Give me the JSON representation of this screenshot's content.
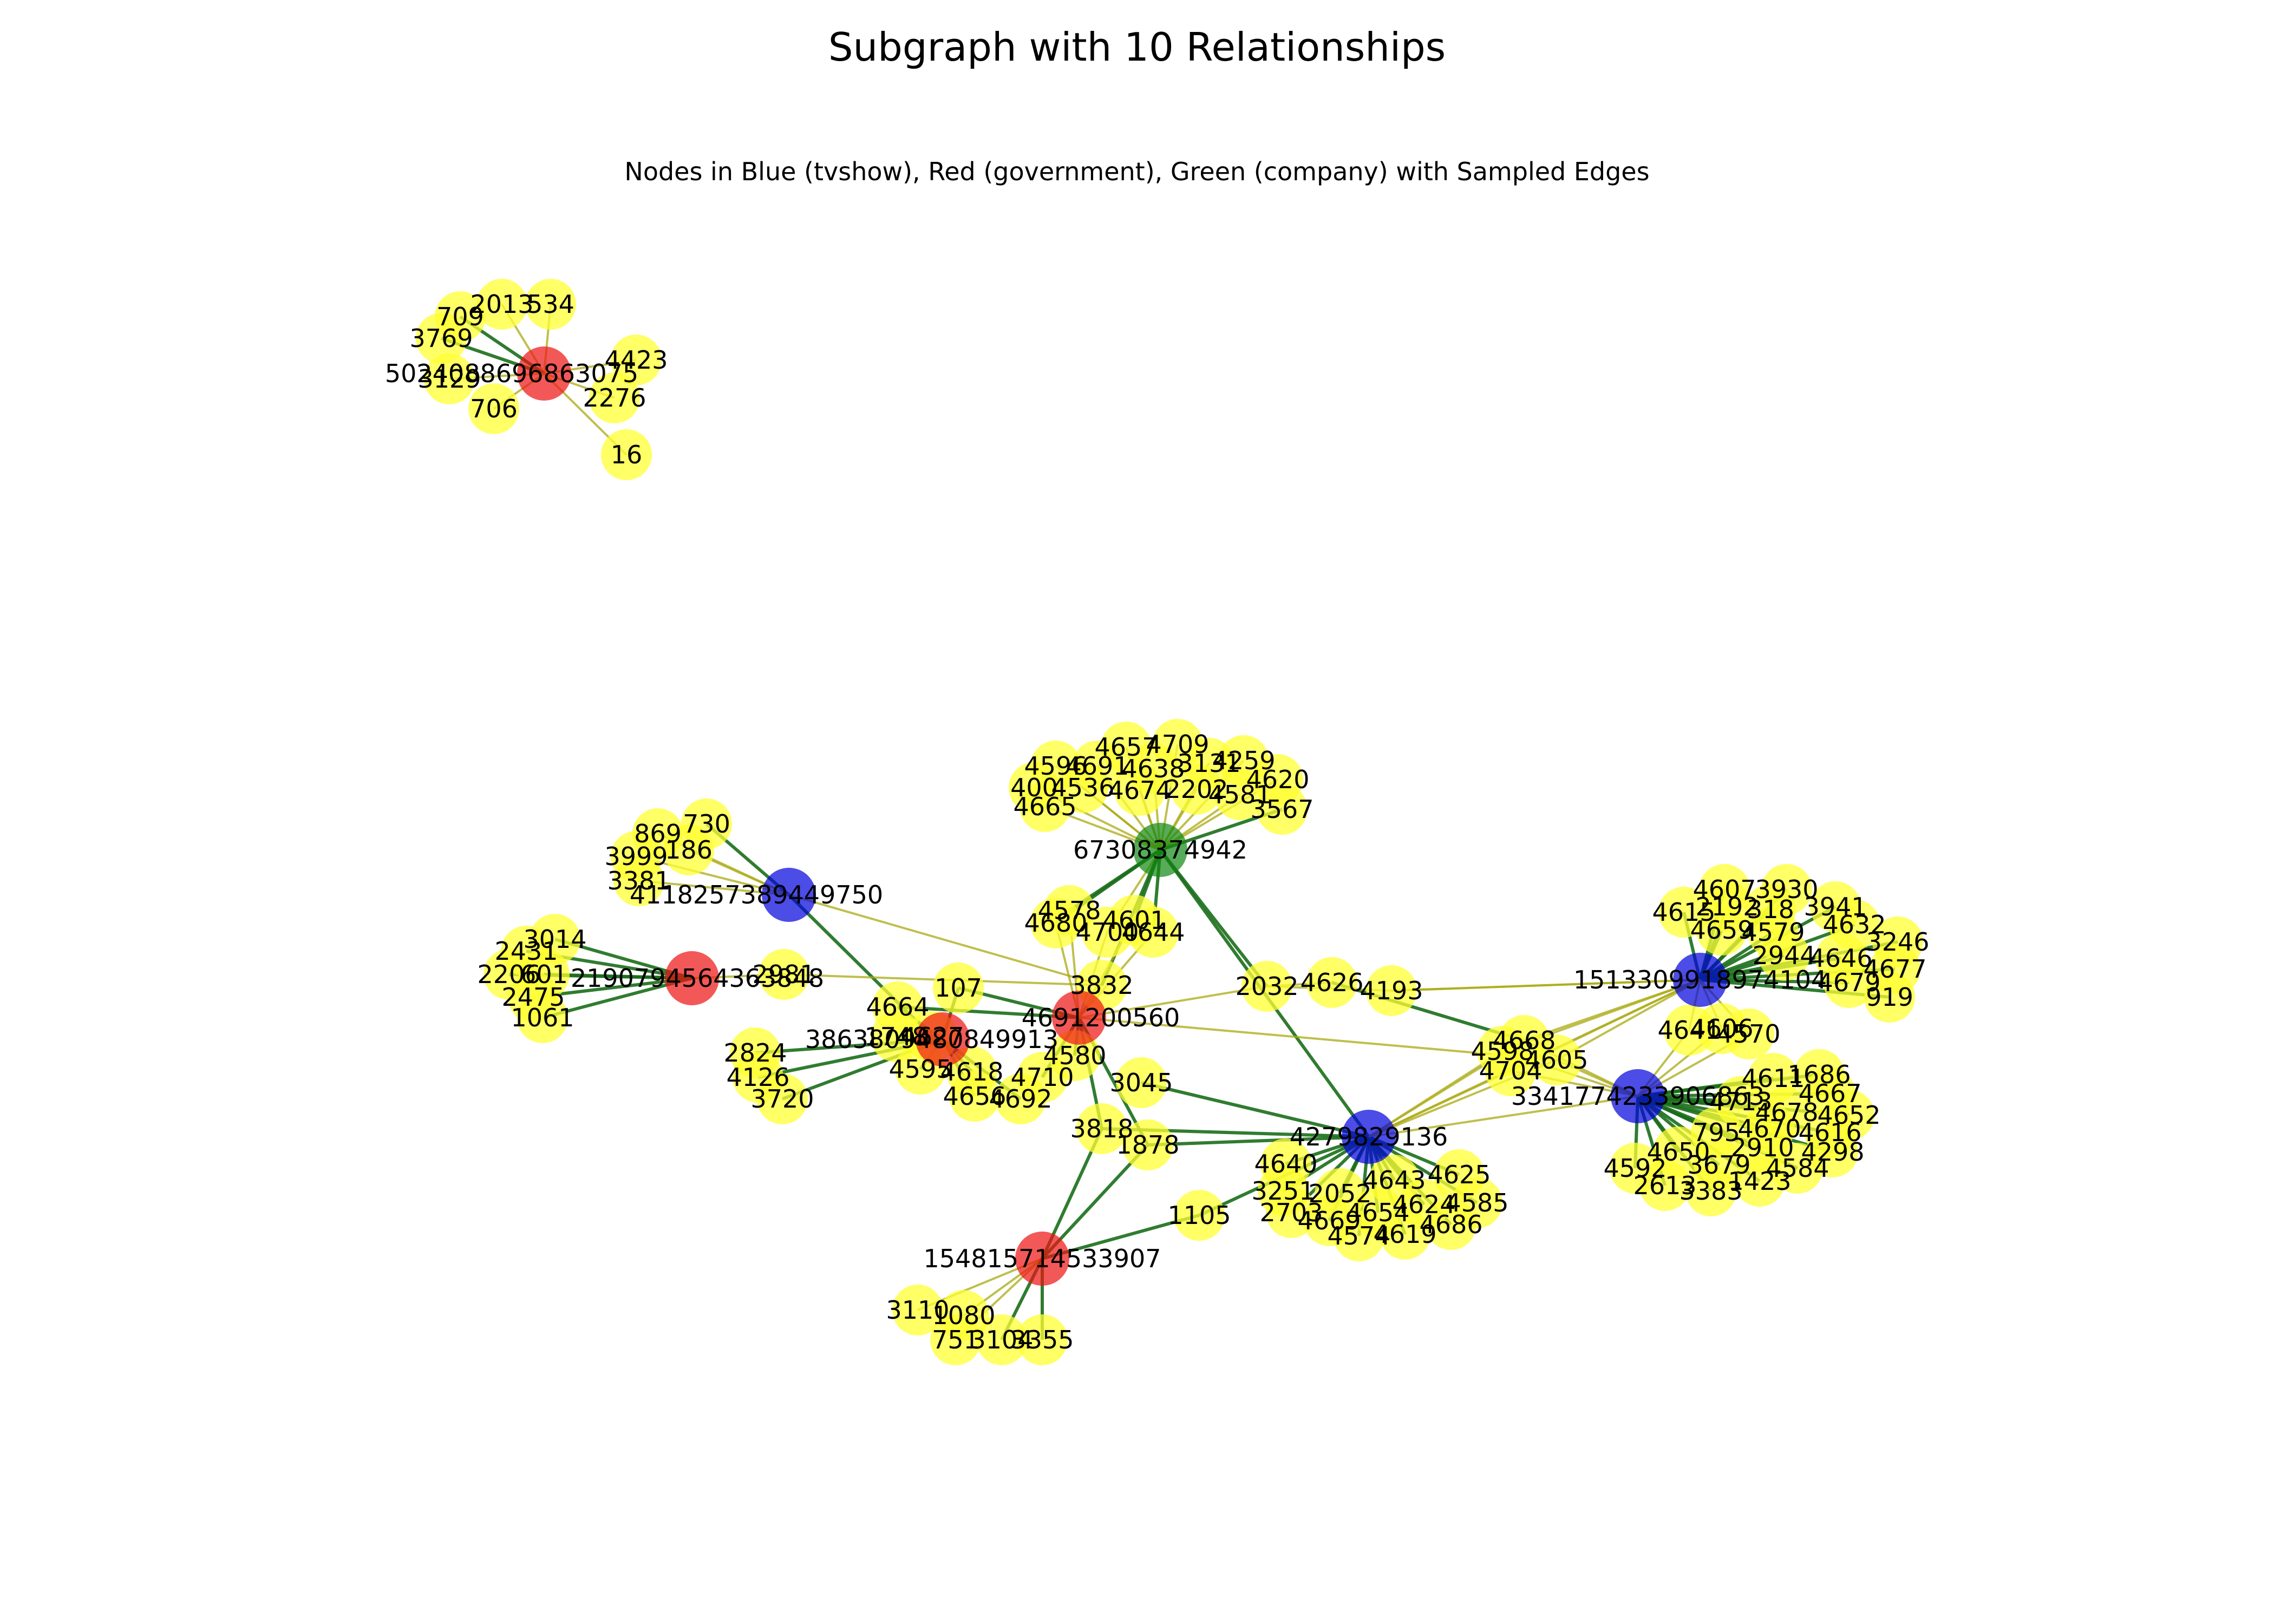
{
  "title": "Subgraph with 10 Relationships",
  "subtitle": "Nodes in Blue (tvshow), Red (government), Green (company) with Sampled Edges",
  "colors": {
    "tvshow": "#0000dd",
    "government": "#ee1111",
    "company": "#118811",
    "other": "#ffff33",
    "edge_primary": "#1a6e1a",
    "edge_sampled": "#aaaa11"
  },
  "nodes": [
    {
      "label": "5024088696863075",
      "type": "government"
    },
    {
      "label": "4118257389449750",
      "type": "tvshow"
    },
    {
      "label": "2190794564363848",
      "type": "government"
    },
    {
      "label": "67308374942",
      "type": "company"
    },
    {
      "label": "3863809480849913",
      "type": "government"
    },
    {
      "label": "4691200560",
      "type": "government"
    },
    {
      "label": "1513309918974104",
      "type": "tvshow"
    },
    {
      "label": "3341774233906863",
      "type": "tvshow"
    },
    {
      "label": "4279829136",
      "type": "tvshow"
    },
    {
      "label": "154815714533907",
      "type": "government"
    },
    {
      "label": "709",
      "type": "other"
    },
    {
      "label": "2013",
      "type": "other"
    },
    {
      "label": "534",
      "type": "other"
    },
    {
      "label": "3769",
      "type": "other"
    },
    {
      "label": "4423",
      "type": "other"
    },
    {
      "label": "3129",
      "type": "other"
    },
    {
      "label": "2276",
      "type": "other"
    },
    {
      "label": "706",
      "type": "other"
    },
    {
      "label": "16",
      "type": "other"
    },
    {
      "label": "869",
      "type": "other"
    },
    {
      "label": "730",
      "type": "other"
    },
    {
      "label": "3999",
      "type": "other"
    },
    {
      "label": "186",
      "type": "other"
    },
    {
      "label": "3381",
      "type": "other"
    },
    {
      "label": "3014",
      "type": "other"
    },
    {
      "label": "2431",
      "type": "other"
    },
    {
      "label": "2206",
      "type": "other"
    },
    {
      "label": "601",
      "type": "other"
    },
    {
      "label": "2475",
      "type": "other"
    },
    {
      "label": "1061",
      "type": "other"
    },
    {
      "label": "2981",
      "type": "other"
    },
    {
      "label": "4657",
      "type": "other"
    },
    {
      "label": "4709",
      "type": "other"
    },
    {
      "label": "4596",
      "type": "other"
    },
    {
      "label": "4691",
      "type": "other"
    },
    {
      "label": "4638",
      "type": "other"
    },
    {
      "label": "3131",
      "type": "other"
    },
    {
      "label": "4259",
      "type": "other"
    },
    {
      "label": "400",
      "type": "other"
    },
    {
      "label": "4536",
      "type": "other"
    },
    {
      "label": "4674",
      "type": "other"
    },
    {
      "label": "2202",
      "type": "other"
    },
    {
      "label": "4620",
      "type": "other"
    },
    {
      "label": "4581",
      "type": "other"
    },
    {
      "label": "4665",
      "type": "other"
    },
    {
      "label": "3567",
      "type": "other"
    },
    {
      "label": "4578",
      "type": "other"
    },
    {
      "label": "4680",
      "type": "other"
    },
    {
      "label": "4601",
      "type": "other"
    },
    {
      "label": "4700",
      "type": "other"
    },
    {
      "label": "4644",
      "type": "other"
    },
    {
      "label": "3832",
      "type": "other"
    },
    {
      "label": "4664",
      "type": "other"
    },
    {
      "label": "107",
      "type": "other"
    },
    {
      "label": "1748",
      "type": "other"
    },
    {
      "label": "4627",
      "type": "other"
    },
    {
      "label": "4580",
      "type": "other"
    },
    {
      "label": "2824",
      "type": "other"
    },
    {
      "label": "4126",
      "type": "other"
    },
    {
      "label": "3720",
      "type": "other"
    },
    {
      "label": "4595",
      "type": "other"
    },
    {
      "label": "4618",
      "type": "other"
    },
    {
      "label": "4710",
      "type": "other"
    },
    {
      "label": "4656",
      "type": "other"
    },
    {
      "label": "4692",
      "type": "other"
    },
    {
      "label": "3045",
      "type": "other"
    },
    {
      "label": "3818",
      "type": "other"
    },
    {
      "label": "1878",
      "type": "other"
    },
    {
      "label": "2032",
      "type": "other"
    },
    {
      "label": "4626",
      "type": "other"
    },
    {
      "label": "4193",
      "type": "other"
    },
    {
      "label": "4607",
      "type": "other"
    },
    {
      "label": "3930",
      "type": "other"
    },
    {
      "label": "4615",
      "type": "other"
    },
    {
      "label": "2192",
      "type": "other"
    },
    {
      "label": "318",
      "type": "other"
    },
    {
      "label": "3941",
      "type": "other"
    },
    {
      "label": "4659",
      "type": "other"
    },
    {
      "label": "4579",
      "type": "other"
    },
    {
      "label": "4632",
      "type": "other"
    },
    {
      "label": "3246",
      "type": "other"
    },
    {
      "label": "2944",
      "type": "other"
    },
    {
      "label": "4646",
      "type": "other"
    },
    {
      "label": "4677",
      "type": "other"
    },
    {
      "label": "4679",
      "type": "other"
    },
    {
      "label": "919",
      "type": "other"
    },
    {
      "label": "4641",
      "type": "other"
    },
    {
      "label": "4606",
      "type": "other"
    },
    {
      "label": "4570",
      "type": "other"
    },
    {
      "label": "4668",
      "type": "other"
    },
    {
      "label": "4598",
      "type": "other"
    },
    {
      "label": "4605",
      "type": "other"
    },
    {
      "label": "4704",
      "type": "other"
    },
    {
      "label": "4611",
      "type": "other"
    },
    {
      "label": "1686",
      "type": "other"
    },
    {
      "label": "4667",
      "type": "other"
    },
    {
      "label": "4713",
      "type": "other"
    },
    {
      "label": "4678",
      "type": "other"
    },
    {
      "label": "4652",
      "type": "other"
    },
    {
      "label": "795",
      "type": "other"
    },
    {
      "label": "4670",
      "type": "other"
    },
    {
      "label": "4616",
      "type": "other"
    },
    {
      "label": "4650",
      "type": "other"
    },
    {
      "label": "2910",
      "type": "other"
    },
    {
      "label": "4298",
      "type": "other"
    },
    {
      "label": "4592",
      "type": "other"
    },
    {
      "label": "3679",
      "type": "other"
    },
    {
      "label": "4584",
      "type": "other"
    },
    {
      "label": "2613",
      "type": "other"
    },
    {
      "label": "3383",
      "type": "other"
    },
    {
      "label": "1423",
      "type": "other"
    },
    {
      "label": "4640",
      "type": "other"
    },
    {
      "label": "4643",
      "type": "other"
    },
    {
      "label": "4625",
      "type": "other"
    },
    {
      "label": "3251",
      "type": "other"
    },
    {
      "label": "2052",
      "type": "other"
    },
    {
      "label": "4624",
      "type": "other"
    },
    {
      "label": "4585",
      "type": "other"
    },
    {
      "label": "2703",
      "type": "other"
    },
    {
      "label": "4669",
      "type": "other"
    },
    {
      "label": "4654",
      "type": "other"
    },
    {
      "label": "4686",
      "type": "other"
    },
    {
      "label": "4574",
      "type": "other"
    },
    {
      "label": "4619",
      "type": "other"
    },
    {
      "label": "1105",
      "type": "other"
    },
    {
      "label": "3110",
      "type": "other"
    },
    {
      "label": "1080",
      "type": "other"
    },
    {
      "label": "751",
      "type": "other"
    },
    {
      "label": "3104",
      "type": "other"
    },
    {
      "label": "3355",
      "type": "other"
    }
  ],
  "edges": [
    [
      "5024088696863075",
      "709",
      "p"
    ],
    [
      "5024088696863075",
      "2013",
      "s"
    ],
    [
      "5024088696863075",
      "534",
      "s"
    ],
    [
      "5024088696863075",
      "3769",
      "p"
    ],
    [
      "5024088696863075",
      "4423",
      "s"
    ],
    [
      "5024088696863075",
      "3129",
      "s"
    ],
    [
      "5024088696863075",
      "2276",
      "s"
    ],
    [
      "5024088696863075",
      "706",
      "s"
    ],
    [
      "5024088696863075",
      "16",
      "s"
    ],
    [
      "4118257389449750",
      "869",
      "s"
    ],
    [
      "4118257389449750",
      "730",
      "p"
    ],
    [
      "4118257389449750",
      "3999",
      "s"
    ],
    [
      "4118257389449750",
      "186",
      "s"
    ],
    [
      "4118257389449750",
      "3381",
      "s"
    ],
    [
      "4118257389449750",
      "3832",
      "s"
    ],
    [
      "4118257389449750",
      "4627",
      "p"
    ],
    [
      "2190794564363848",
      "3014",
      "p"
    ],
    [
      "2190794564363848",
      "2431",
      "p"
    ],
    [
      "2190794564363848",
      "2206",
      "p"
    ],
    [
      "2190794564363848",
      "601",
      "p"
    ],
    [
      "2190794564363848",
      "2475",
      "p"
    ],
    [
      "2190794564363848",
      "1061",
      "p"
    ],
    [
      "2190794564363848",
      "2981",
      "s"
    ],
    [
      "2981",
      "3832",
      "s"
    ],
    [
      "67308374942",
      "4657",
      "s"
    ],
    [
      "67308374942",
      "4709",
      "s"
    ],
    [
      "67308374942",
      "4596",
      "s"
    ],
    [
      "67308374942",
      "4691",
      "s"
    ],
    [
      "67308374942",
      "4638",
      "s"
    ],
    [
      "67308374942",
      "3131",
      "s"
    ],
    [
      "67308374942",
      "4259",
      "s"
    ],
    [
      "67308374942",
      "400",
      "s"
    ],
    [
      "67308374942",
      "4536",
      "s"
    ],
    [
      "67308374942",
      "4674",
      "s"
    ],
    [
      "67308374942",
      "2202",
      "s"
    ],
    [
      "67308374942",
      "4620",
      "s"
    ],
    [
      "67308374942",
      "4581",
      "s"
    ],
    [
      "67308374942",
      "4665",
      "s"
    ],
    [
      "67308374942",
      "3567",
      "p"
    ],
    [
      "67308374942",
      "4578",
      "p"
    ],
    [
      "67308374942",
      "4680",
      "p"
    ],
    [
      "67308374942",
      "4601",
      "p"
    ],
    [
      "67308374942",
      "4700",
      "s"
    ],
    [
      "67308374942",
      "4644",
      "p"
    ],
    [
      "67308374942",
      "3832",
      "p"
    ],
    [
      "67308374942",
      "2032",
      "p"
    ],
    [
      "67308374942",
      "4279829136",
      "p"
    ],
    [
      "4691200560",
      "4578",
      "s"
    ],
    [
      "4691200560",
      "4680",
      "s"
    ],
    [
      "4691200560",
      "4601",
      "s"
    ],
    [
      "4691200560",
      "4700",
      "s"
    ],
    [
      "4691200560",
      "4644",
      "s"
    ],
    [
      "4691200560",
      "3832",
      "s"
    ],
    [
      "4691200560",
      "107",
      "p"
    ],
    [
      "4691200560",
      "4664",
      "p"
    ],
    [
      "4691200560",
      "4580",
      "p"
    ],
    [
      "4691200560",
      "4710",
      "p"
    ],
    [
      "4691200560",
      "3818",
      "p"
    ],
    [
      "4691200560",
      "1878",
      "p"
    ],
    [
      "4691200560",
      "2032",
      "s"
    ],
    [
      "4691200560",
      "4605",
      "s"
    ],
    [
      "3863809480849913",
      "2824",
      "p"
    ],
    [
      "3863809480849913",
      "4126",
      "p"
    ],
    [
      "3863809480849913",
      "3720",
      "p"
    ],
    [
      "3863809480849913",
      "4595",
      "p"
    ],
    [
      "3863809480849913",
      "4618",
      "p"
    ],
    [
      "3863809480849913",
      "4656",
      "p"
    ],
    [
      "3863809480849913",
      "4692",
      "p"
    ],
    [
      "3863809480849913",
      "1748",
      "p"
    ],
    [
      "3863809480849913",
      "4627",
      "p"
    ],
    [
      "3863809480849913",
      "107",
      "p"
    ],
    [
      "3863809480849913",
      "4664",
      "p"
    ],
    [
      "1513309918974104",
      "4607",
      "p"
    ],
    [
      "1513309918974104",
      "3930",
      "p"
    ],
    [
      "1513309918974104",
      "4615",
      "p"
    ],
    [
      "1513309918974104",
      "2192",
      "p"
    ],
    [
      "1513309918974104",
      "318",
      "p"
    ],
    [
      "1513309918974104",
      "3941",
      "p"
    ],
    [
      "1513309918974104",
      "4659",
      "p"
    ],
    [
      "1513309918974104",
      "4579",
      "p"
    ],
    [
      "1513309918974104",
      "4632",
      "p"
    ],
    [
      "1513309918974104",
      "3246",
      "p"
    ],
    [
      "1513309918974104",
      "2944",
      "p"
    ],
    [
      "1513309918974104",
      "4646",
      "p"
    ],
    [
      "1513309918974104",
      "4677",
      "p"
    ],
    [
      "1513309918974104",
      "4679",
      "p"
    ],
    [
      "1513309918974104",
      "919",
      "p"
    ],
    [
      "1513309918974104",
      "4641",
      "s"
    ],
    [
      "1513309918974104",
      "4606",
      "s"
    ],
    [
      "1513309918974104",
      "4570",
      "s"
    ],
    [
      "1513309918974104",
      "4193",
      "s"
    ],
    [
      "1513309918974104",
      "4668",
      "s"
    ],
    [
      "1513309918974104",
      "4598",
      "s"
    ],
    [
      "1513309918974104",
      "4605",
      "s"
    ],
    [
      "1513309918974104",
      "4704",
      "s"
    ],
    [
      "1513309918974104",
      "4279829136",
      "s"
    ],
    [
      "3341774233906863",
      "4611",
      "p"
    ],
    [
      "3341774233906863",
      "1686",
      "p"
    ],
    [
      "3341774233906863",
      "4667",
      "p"
    ],
    [
      "3341774233906863",
      "4713",
      "p"
    ],
    [
      "3341774233906863",
      "4678",
      "p"
    ],
    [
      "3341774233906863",
      "4652",
      "p"
    ],
    [
      "3341774233906863",
      "795",
      "p"
    ],
    [
      "3341774233906863",
      "4670",
      "p"
    ],
    [
      "3341774233906863",
      "4616",
      "p"
    ],
    [
      "3341774233906863",
      "4650",
      "p"
    ],
    [
      "3341774233906863",
      "2910",
      "p"
    ],
    [
      "3341774233906863",
      "4298",
      "p"
    ],
    [
      "3341774233906863",
      "4592",
      "p"
    ],
    [
      "3341774233906863",
      "3679",
      "p"
    ],
    [
      "3341774233906863",
      "4584",
      "p"
    ],
    [
      "3341774233906863",
      "2613",
      "p"
    ],
    [
      "3341774233906863",
      "3383",
      "p"
    ],
    [
      "3341774233906863",
      "1423",
      "p"
    ],
    [
      "3341774233906863",
      "4641",
      "s"
    ],
    [
      "3341774233906863",
      "4606",
      "s"
    ],
    [
      "3341774233906863",
      "4570",
      "s"
    ],
    [
      "3341774233906863",
      "4668",
      "s"
    ],
    [
      "3341774233906863",
      "4598",
      "s"
    ],
    [
      "3341774233906863",
      "4605",
      "s"
    ],
    [
      "3341774233906863",
      "4704",
      "s"
    ],
    [
      "3341774233906863",
      "4279829136",
      "s"
    ],
    [
      "4279829136",
      "4640",
      "p"
    ],
    [
      "4279829136",
      "4643",
      "p"
    ],
    [
      "4279829136",
      "4625",
      "p"
    ],
    [
      "4279829136",
      "3251",
      "p"
    ],
    [
      "4279829136",
      "2052",
      "p"
    ],
    [
      "4279829136",
      "4624",
      "p"
    ],
    [
      "4279829136",
      "4585",
      "p"
    ],
    [
      "4279829136",
      "2703",
      "p"
    ],
    [
      "4279829136",
      "4669",
      "p"
    ],
    [
      "4279829136",
      "4654",
      "p"
    ],
    [
      "4279829136",
      "4686",
      "p"
    ],
    [
      "4279829136",
      "4574",
      "p"
    ],
    [
      "4279829136",
      "4619",
      "p"
    ],
    [
      "4279829136",
      "1105",
      "p"
    ],
    [
      "4279829136",
      "3045",
      "p"
    ],
    [
      "4279829136",
      "3818",
      "p"
    ],
    [
      "4279829136",
      "1878",
      "p"
    ],
    [
      "4279829136",
      "4668",
      "s"
    ],
    [
      "4279829136",
      "4598",
      "s"
    ],
    [
      "4279829136",
      "4605",
      "s"
    ],
    [
      "4279829136",
      "4704",
      "s"
    ],
    [
      "4626",
      "4668",
      "p"
    ],
    [
      "4626",
      "2032",
      "s"
    ],
    [
      "2032",
      "4193",
      "s"
    ],
    [
      "4193",
      "1513309918974104",
      "s"
    ],
    [
      "154815714533907",
      "3818",
      "p"
    ],
    [
      "154815714533907",
      "1878",
      "p"
    ],
    [
      "154815714533907",
      "1105",
      "p"
    ],
    [
      "154815714533907",
      "3110",
      "s"
    ],
    [
      "154815714533907",
      "1080",
      "s"
    ],
    [
      "154815714533907",
      "751",
      "s"
    ],
    [
      "154815714533907",
      "3104",
      "p"
    ],
    [
      "154815714533907",
      "3355",
      "p"
    ]
  ]
}
